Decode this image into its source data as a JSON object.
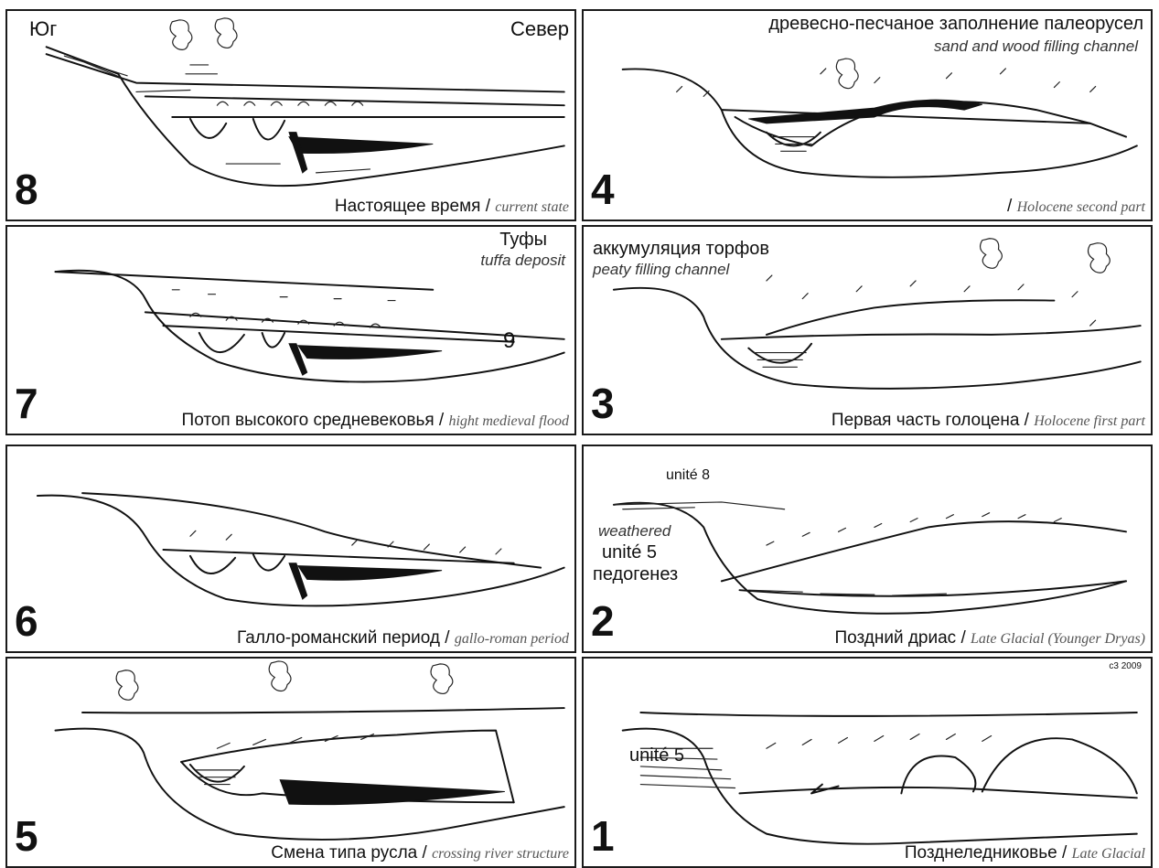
{
  "orientation": {
    "south": "Юг",
    "north": "Север"
  },
  "panels": {
    "p8": {
      "number": "8",
      "caption_ru": "Настоящее время",
      "caption_sep": " / ",
      "caption_en": "current state"
    },
    "p7": {
      "number": "7",
      "caption_ru": "Потоп высокого средневековья",
      "caption_sep": " / ",
      "caption_en": "hight medieval flood",
      "label_ru": "Туфы",
      "label_en": "tuffa deposit",
      "marker": "9"
    },
    "p6": {
      "number": "6",
      "caption_ru": "Галло-романский период",
      "caption_sep": " / ",
      "caption_en": "gallo-roman period"
    },
    "p5": {
      "number": "5",
      "caption_ru": "Смена типа русла",
      "caption_sep": " / ",
      "caption_en": "crossing river structure"
    },
    "p4": {
      "number": "4",
      "caption_sep": "/ ",
      "caption_en": "Holocene second part",
      "label_ru": "древесно-песчаное заполнение палеорусел",
      "label_en": "sand and wood filling channel"
    },
    "p3": {
      "number": "3",
      "caption_ru": "Первая часть голоцена",
      "caption_sep": " / ",
      "caption_en": "Holocene first part",
      "label_ru": "аккумуляция торфов",
      "label_en": "peaty filling channel"
    },
    "p2": {
      "number": "2",
      "caption_ru": "Поздний дриас",
      "caption_sep": " / ",
      "caption_en": "Late Glacial (Younger Dryas)",
      "unit8": "unité 8",
      "weathered": "weathered",
      "unit5": "unité 5",
      "pedogenesis": "педогенез"
    },
    "p1": {
      "number": "1",
      "caption_ru": "Позднеледниковье",
      "caption_sep": " / ",
      "caption_en": "Late Glacial",
      "unit5": "unité 5",
      "signature": "с3 2009"
    }
  }
}
